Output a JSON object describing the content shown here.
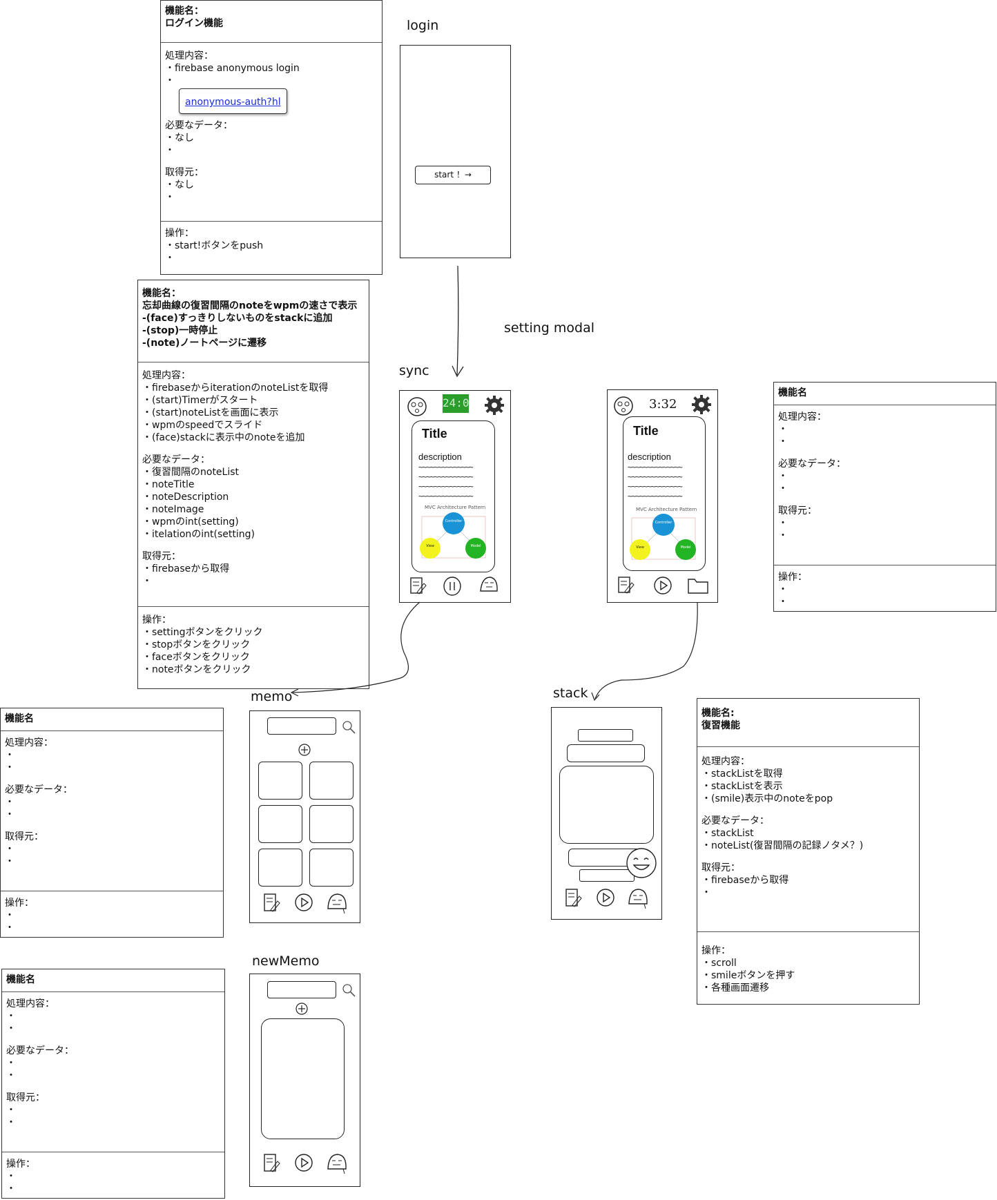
{
  "spec_login": {
    "title": [
      "機能名：",
      "ログイン機能"
    ],
    "process_label": "処理内容：",
    "process_items": [
      "・firebase anonymous login",
      "・"
    ],
    "link": "anonymous-auth?hl",
    "data_label": "必要なデータ：",
    "data_items": [
      "・なし",
      "・"
    ],
    "source_label": "取得元：",
    "source_items": [
      "・なし",
      "・"
    ],
    "op_label": "操作：",
    "op_items": [
      "・start!ボタンをpush",
      "・"
    ]
  },
  "spec_sync": {
    "title": [
      "機能名：",
      "忘却曲線の復習間隔のnoteをwpmの速さで表示",
      "-(face)すっきりしないものをstackに追加",
      "-(stop)一時停止",
      "-(note)ノートページに遷移"
    ],
    "process_label": "処理内容：",
    "process_items": [
      "・firebaseからiterationのnoteListを取得",
      "・(start)Timerがスタート",
      "・(start)noteListを画面に表示",
      "・wpmのspeedでスライド",
      "・(face)stackに表示中のnoteを追加"
    ],
    "data_label": "必要なデータ：",
    "data_items": [
      "・復習間隔のnoteList",
      "・noteTitle",
      "・noteDescription",
      "・noteImage",
      "・wpmのint(setting)",
      "・itelationのint(setting)"
    ],
    "source_label": "取得元：",
    "source_items": [
      "・firebaseから取得",
      "・"
    ],
    "op_label": "操作：",
    "op_items": [
      "・settingボタンをクリック",
      "・stopボタンをクリック",
      "・faceボタンをクリック",
      "・noteボタンをクリック"
    ]
  },
  "spec_right": {
    "title": [
      "機能名"
    ],
    "process_label": "処理内容：",
    "process_items": [
      "・",
      "・"
    ],
    "data_label": "必要なデータ：",
    "data_items": [
      "・",
      "・"
    ],
    "source_label": "取得元：",
    "source_items": [
      "・",
      "・"
    ],
    "op_label": "操作：",
    "op_items": [
      "・",
      "・"
    ]
  },
  "spec_memo": {
    "title": [
      "機能名"
    ],
    "process_label": "処理内容：",
    "process_items": [
      "・",
      "・"
    ],
    "data_label": "必要なデータ：",
    "data_items": [
      "・",
      "・"
    ],
    "source_label": "取得元：",
    "source_items": [
      "・",
      "・"
    ],
    "op_label": "操作：",
    "op_items": [
      "・",
      "・"
    ]
  },
  "spec_newmemo": {
    "title": [
      "機能名"
    ],
    "process_label": "処理内容：",
    "process_items": [
      "・",
      "・"
    ],
    "data_label": "必要なデータ：",
    "data_items": [
      "・",
      "・"
    ],
    "source_label": "取得元：",
    "source_items": [
      "・",
      "・"
    ],
    "op_label": "操作：",
    "op_items": [
      "・",
      "・"
    ]
  },
  "spec_stack": {
    "title": [
      "機能名:",
      "復習機能"
    ],
    "process_label": "処理内容：",
    "process_items": [
      "・stackListを取得",
      "・stackListを表示",
      "・(smile)表示中のnoteをpop"
    ],
    "data_label": "必要なデータ：",
    "data_items": [
      "・stackList",
      "・noteList(復習間隔の記録ノタメ？)"
    ],
    "source_label": "取得元：",
    "source_items": [
      "・firebaseから取得",
      "・"
    ],
    "op_label": "操作：",
    "op_items": [
      "・scroll",
      "・smileボタンを押す",
      "・各種画面遷移"
    ]
  },
  "captions": {
    "login": "login",
    "setting_modal": "setting modal",
    "sync": "sync",
    "memo": "memo",
    "stack": "stack",
    "newMemo": "newMemo"
  },
  "login_screen": {
    "start_button": "start ！→"
  },
  "sync_screen": {
    "timer": "24:0",
    "card_title": "Title",
    "card_description": "description",
    "tilde_line": "~~~~~~~~~~~~~~",
    "mvc_title": "MVC Architecture Pattern",
    "mvc_controller": "Controller",
    "mvc_view": "View",
    "mvc_model": "Model"
  },
  "paused_screen": {
    "timer": "3:32",
    "card_title": "Title",
    "card_description": "description",
    "tilde_line": "~~~~~~~~~~~~~~",
    "mvc_title": "MVC Architecture Pattern",
    "mvc_controller": "Controller",
    "mvc_view": "View",
    "mvc_model": "Model"
  },
  "colors": {
    "link": "#1a2bd8",
    "timer_bg": "#2a9d2a",
    "controller": "#1a93d6",
    "view": "#f2f21e",
    "model": "#22b422"
  }
}
